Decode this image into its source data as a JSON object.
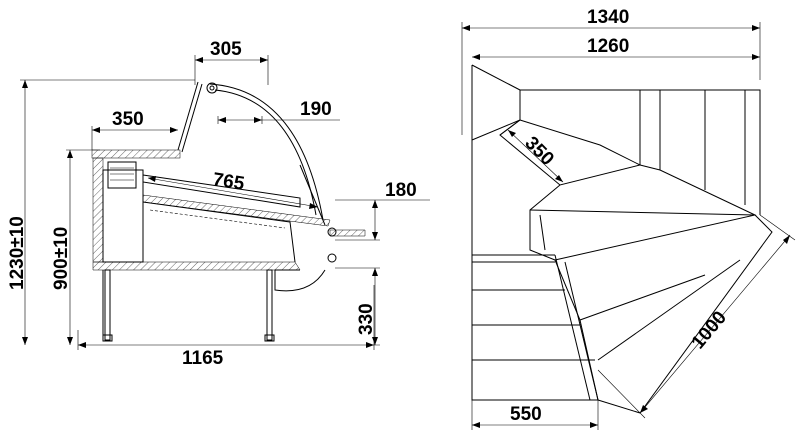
{
  "side_view": {
    "dimensions": {
      "top_width": "305",
      "shelf_depth": "350",
      "inner_shelf": "190",
      "display_depth": "765",
      "front_ledge": "180",
      "total_height": "1230±10",
      "counter_height": "900±10",
      "base_height": "330",
      "total_depth": "1165"
    }
  },
  "top_view": {
    "dimensions": {
      "outer_width": "1340",
      "inner_width": "1260",
      "corner_shelf": "350",
      "diagonal_front": "1000",
      "bottom_width": "550"
    }
  }
}
